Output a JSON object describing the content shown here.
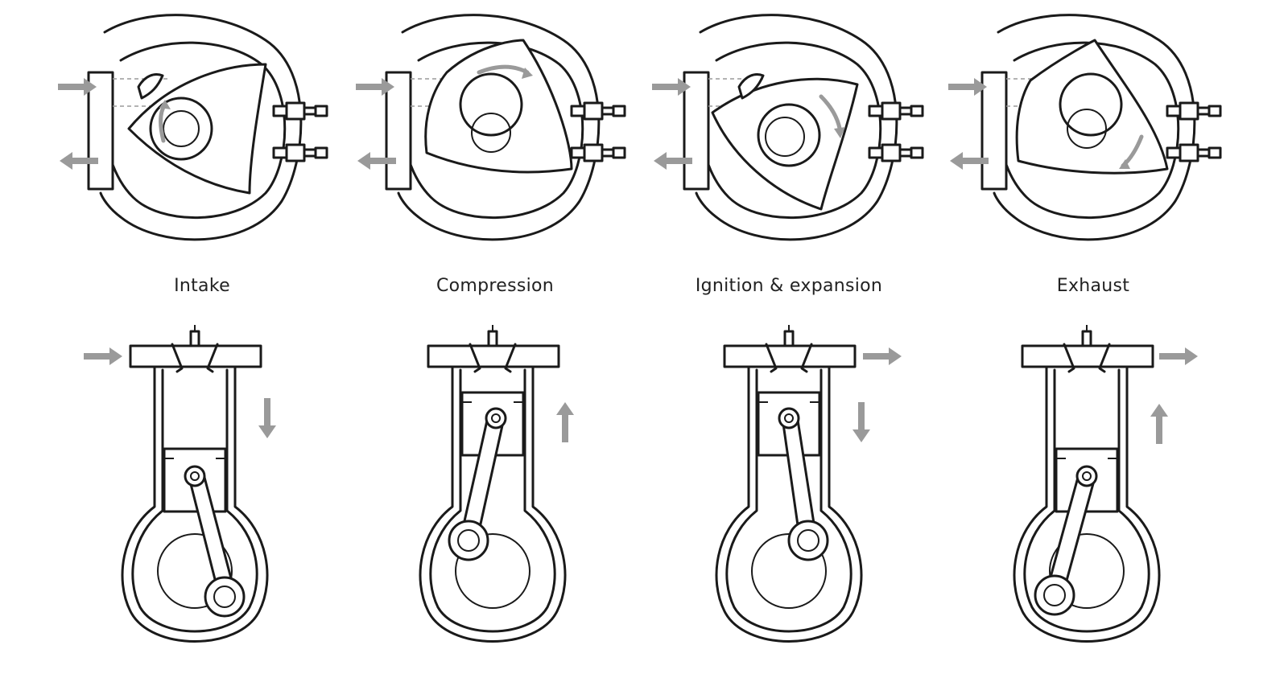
{
  "stages": [
    {
      "label": "Intake"
    },
    {
      "label": "Compression"
    },
    {
      "label": "Ignition & expansion"
    },
    {
      "label": "Exhaust"
    }
  ],
  "colors": {
    "line": "#1a1a1a",
    "arrow": "#9a9a9a",
    "background": "#ffffff"
  }
}
